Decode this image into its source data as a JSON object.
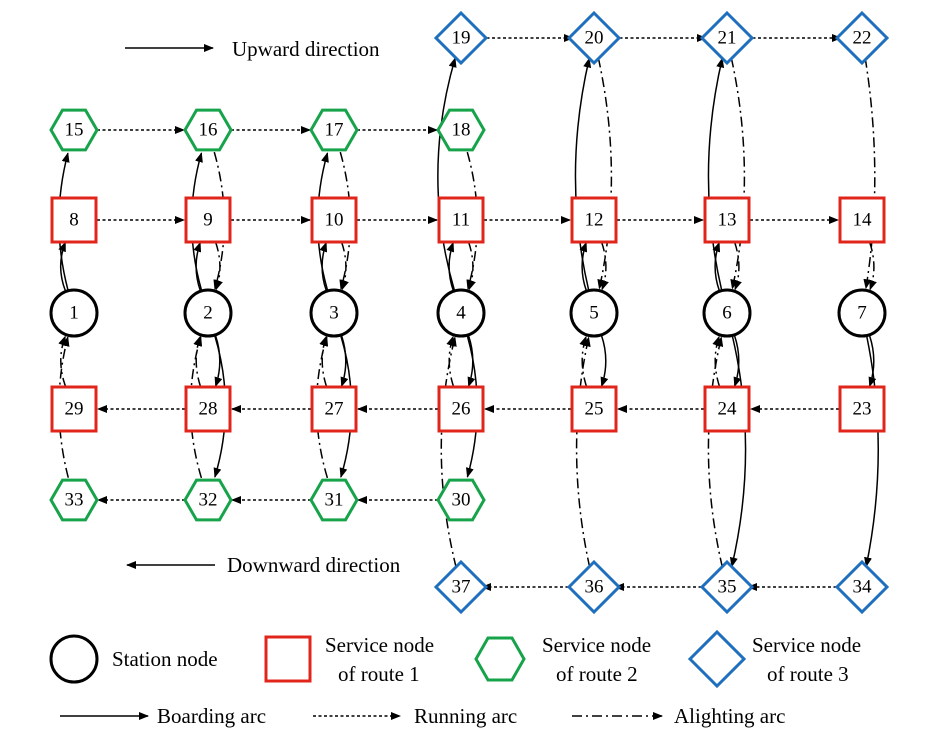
{
  "colors": {
    "station": "#000000",
    "route1": "#e1251b",
    "route2": "#16a34a",
    "route3": "#1f6fbf",
    "arc": "#000000"
  },
  "direction_labels": {
    "upward": "Upward direction",
    "downward": "Downward direction"
  },
  "nodes": {
    "stations": [
      "1",
      "2",
      "3",
      "4",
      "5",
      "6",
      "7"
    ],
    "route1_upward": [
      "8",
      "9",
      "10",
      "11",
      "12",
      "13",
      "14"
    ],
    "route1_downward": [
      "23",
      "24",
      "25",
      "26",
      "27",
      "28",
      "29"
    ],
    "route2_upward": [
      "15",
      "16",
      "17",
      "18"
    ],
    "route2_downward": [
      "30",
      "31",
      "32",
      "33"
    ],
    "route3_upward": [
      "19",
      "20",
      "21",
      "22"
    ],
    "route3_downward": [
      "34",
      "35",
      "36",
      "37"
    ]
  },
  "legend": {
    "station_node": "Station node",
    "route1_line1": "Service node",
    "route1_line2": "of route 1",
    "route2_line1": "Service node",
    "route2_line2": "of route 2",
    "route3_line1": "Service node",
    "route3_line2": "of route 3",
    "boarding_arc": "Boarding arc",
    "running_arc": "Running arc",
    "alighting_arc": "Alighting arc"
  }
}
